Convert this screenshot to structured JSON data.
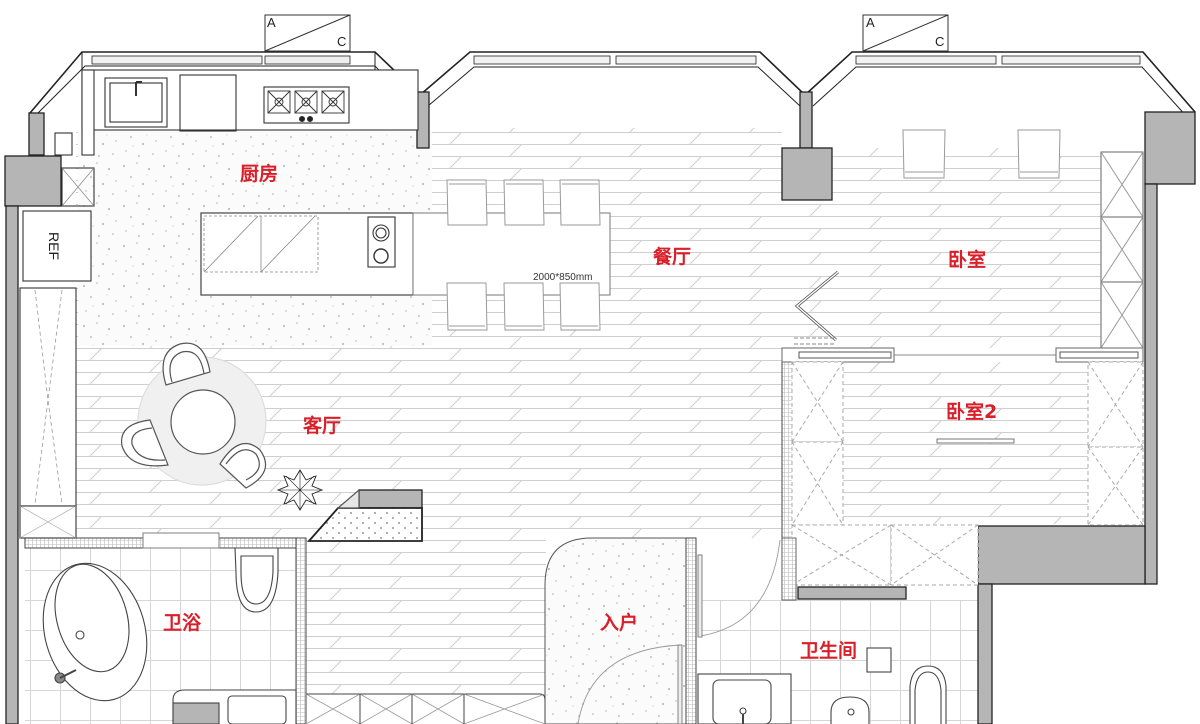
{
  "plan": {
    "type": "architectural floor plan",
    "colors": {
      "label_red": "#d9202a",
      "wall_fill": "#b5b5b5",
      "line": "#222222",
      "floor_line": "#cfcfcf",
      "tile_line": "#d6d6d6",
      "terrazzo_dot": "#9a9a9a",
      "background": "#ffffff"
    },
    "rooms": [
      {
        "id": "kitchen",
        "label": "厨房"
      },
      {
        "id": "dining",
        "label": "餐厅"
      },
      {
        "id": "bedroom",
        "label": "卧室"
      },
      {
        "id": "living",
        "label": "客厅"
      },
      {
        "id": "bedroom2",
        "label": "卧室2"
      },
      {
        "id": "bath",
        "label": "卫浴"
      },
      {
        "id": "entry",
        "label": "入户"
      },
      {
        "id": "wc",
        "label": "卫生间"
      }
    ],
    "annotations": {
      "table_dimension": "2000*850mm",
      "fridge": "REF",
      "section_markers": [
        {
          "a": "A",
          "c": "C"
        },
        {
          "a": "A",
          "c": "C"
        }
      ]
    }
  }
}
